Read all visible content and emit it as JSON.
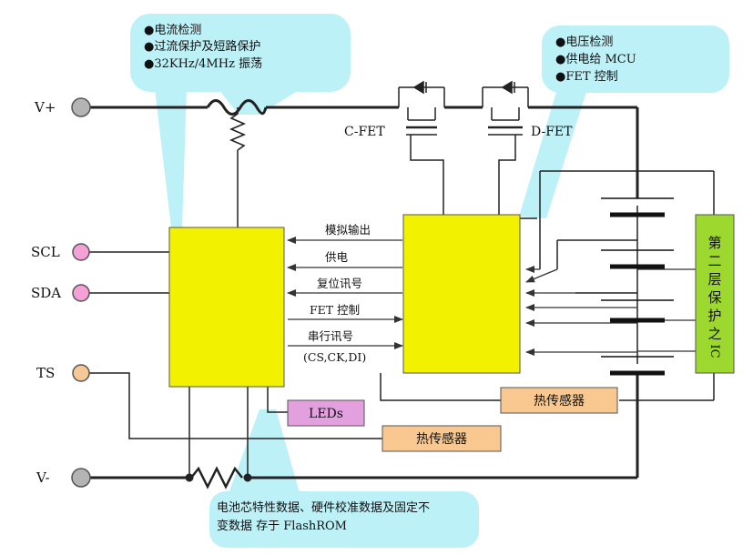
{
  "callouts": {
    "top_left": [
      "●电流检测",
      "●过流保护及短路保护",
      "●32KHz/4MHz 振荡"
    ],
    "top_right": [
      "●电压检测",
      "●供电给 MCU",
      "●FET 控制"
    ],
    "bottom": [
      "电池芯特性数据、硬件校准数据及固定不",
      "变数据 存于 FlashROM"
    ]
  },
  "terminals": {
    "vplus": "V+",
    "scl": "SCL",
    "sda": "SDA",
    "ts": "TS",
    "vminus": "V-"
  },
  "fets": {
    "charge": "C-FET",
    "discharge": "D-FET"
  },
  "signals": {
    "analog_out": "模拟输出",
    "power": "供电",
    "reset": "复位讯号",
    "fet_control": "FET 控制",
    "serial": "串行讯号",
    "serial_pins": "(CS,CK,DI)"
  },
  "blocks": {
    "leds": "LEDs",
    "thermal_1": "热传感器",
    "thermal_2": "热传感器",
    "second_protection": [
      "第",
      "二",
      "层",
      "保",
      "护",
      "之",
      "IC"
    ]
  },
  "colors": {
    "callout": "#bdf1f8",
    "chip": "#f2f200",
    "leds": "#e3a0df",
    "sensor": "#f8c890",
    "protection": "#9cd82e",
    "terminal_gray": "#b4b4b4",
    "terminal_pink": "#f6a0d8",
    "terminal_orange": "#f6c896"
  }
}
